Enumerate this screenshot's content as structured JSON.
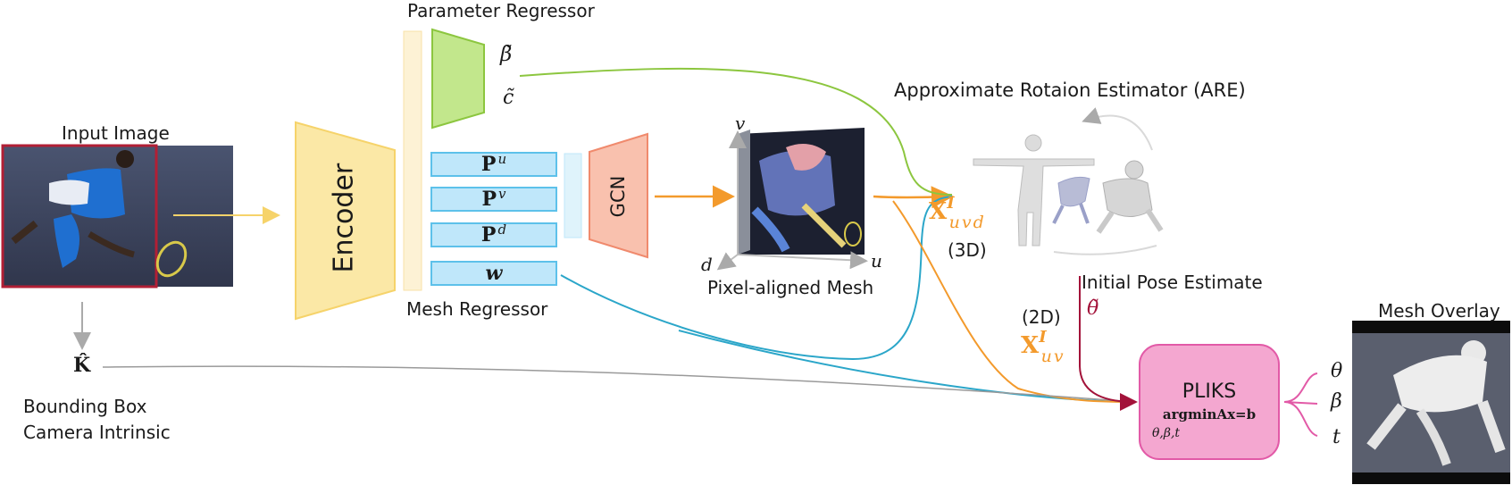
{
  "labels": {
    "input_image": "Input Image",
    "encoder": "Encoder",
    "parameter_regressor": "Parameter Regressor",
    "mesh_regressor": "Mesh Regressor",
    "gcn": "GCN",
    "pixel_aligned_mesh": "Pixel-aligned Mesh",
    "are": "Approximate Rotaion Estimator (ARE)",
    "initial_pose": "Initial Pose Estimate",
    "bbox_camera_line1": "Bounding Box",
    "bbox_camera_line2": "Camera  Intrinsic",
    "mesh_overlay": "Mesh Overlay",
    "label_3d": "(3D)",
    "label_2d": "(2D)"
  },
  "symbols": {
    "beta_tilde": "β̃",
    "c_tilde": "c̃",
    "theta_tilde": "θ̃",
    "K_hat": "K̂",
    "X_base": "X",
    "X_sup": "I",
    "X_uvd_sub": "uvd",
    "X_uv_sub": "uv",
    "axis_u": "u",
    "axis_v": "v",
    "axis_d": "d",
    "out_theta": "θ",
    "out_beta": "β",
    "out_t": "t"
  },
  "mesh_boxes": [
    {
      "base": "P",
      "sup": "u"
    },
    {
      "base": "P",
      "sup": "v"
    },
    {
      "base": "P",
      "sup": "d"
    },
    {
      "base": "w",
      "sup": ""
    }
  ],
  "pliks": {
    "title": "PLIKS",
    "formula": "argminAx=b",
    "subscript": "θ,β,t"
  },
  "colors": {
    "encoder": "#fbe8a6",
    "encoder_border": "#f6d36a",
    "param_regressor": "#c2e78c",
    "gcn": "#f9c1ae",
    "pliks": "#f4a7d0",
    "green_line": "#8cc63f",
    "orange_line": "#f39a2c",
    "blue_line": "#2ba6c9",
    "gray_line": "#9a9a9a",
    "crimson_line": "#a3133a",
    "pink_line": "#e25aa7"
  }
}
